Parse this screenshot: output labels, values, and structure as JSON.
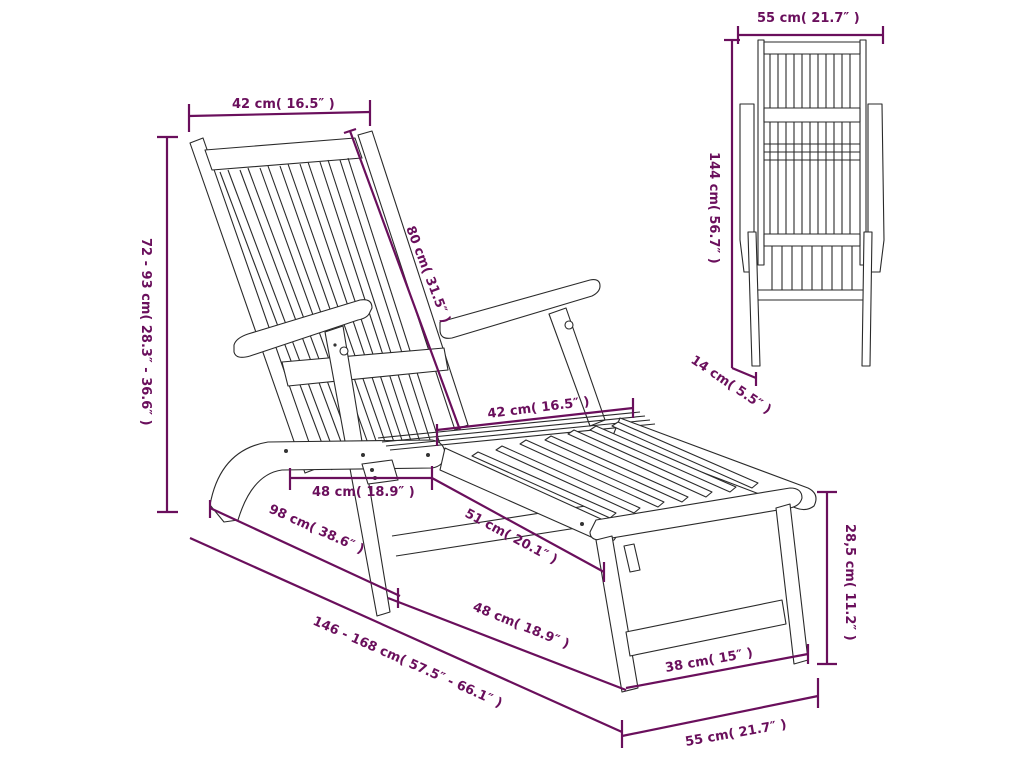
{
  "diagram": {
    "subject": "Folding deck chair with footrest – dimension drawing",
    "accent_color": "#6a0f5c",
    "line_color": "#2a2a2a",
    "views": [
      "side-perspective",
      "top-view"
    ]
  },
  "dimensions": {
    "backrest_width": "42 cm( 16.5″ )",
    "backrest_length": "80 cm( 31.5″ )",
    "height_range": "72 - 93 cm( 28.3″ - 36.6″ )",
    "seat_width": "42 cm( 16.5″ )",
    "seat_depth": "48 cm( 18.9″ )",
    "base_length": "98 cm( 38.6″ )",
    "footrest_length": "51 cm( 20.1″ )",
    "footrest_depth": "48 cm( 18.9″ )",
    "total_length_range": "146 - 168 cm( 57.5″ - 66.1″ )",
    "footrest_inner_width": "38 cm( 15″ )",
    "footrest_outer_width": "55 cm( 21.7″ )",
    "footrest_height": "28,5 cm( 11.2″ )",
    "top_width": "55 cm( 21.7″ )",
    "top_length": "144 cm( 56.7″ )",
    "leg_thickness": "14 cm( 5.5″ )"
  }
}
